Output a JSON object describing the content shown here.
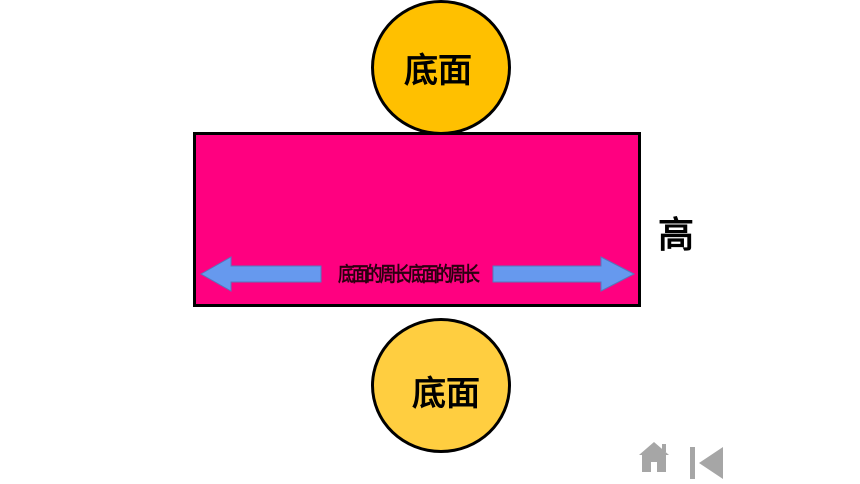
{
  "diagram": {
    "top_circle_label": "底面",
    "bottom_circle_label": "底面",
    "height_label": "高",
    "perimeter_label": "底面的周长底面的周长"
  },
  "colors": {
    "rectangle_fill": "#ff0080",
    "top_circle_fill": "#ffc000",
    "bottom_circle_fill": "#ffce40",
    "arrow_fill": "#6699ee",
    "nav_icon": "#a6a6a6"
  },
  "navigation": {
    "home_icon": "home-icon",
    "back_icon": "skip-to-start-icon"
  }
}
